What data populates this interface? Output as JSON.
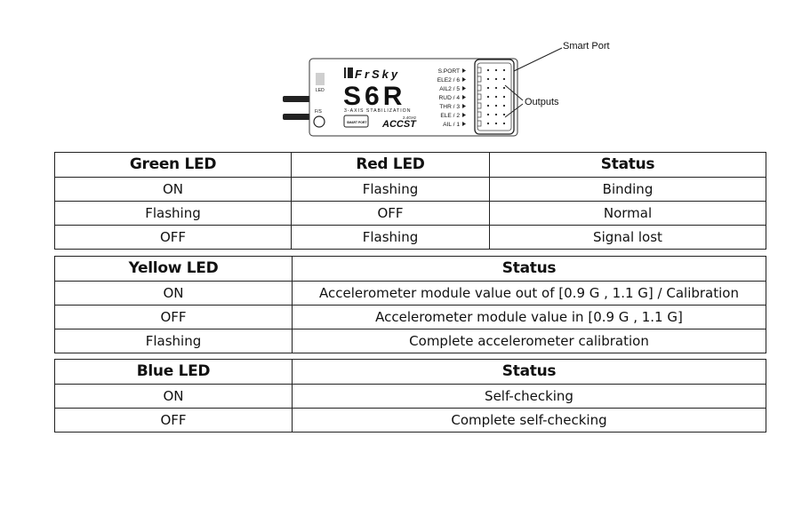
{
  "receiver": {
    "brand": "FrSky",
    "model": "S6R",
    "subtitle": "3-AXIS STABILIZATION",
    "protocol": "ACCST",
    "frequency": "2.4GHz",
    "smart_port_badge": "SMART PORT",
    "led_label": "LED",
    "fs_label": "F/S",
    "ports": [
      "S.PORT",
      "ELE2 / 6",
      "AIL2 / 5",
      "RUD / 4",
      "THR / 3",
      "ELE / 2",
      "AIL / 1"
    ],
    "callouts": {
      "smart_port": "Smart Port",
      "outputs": "Outputs"
    }
  },
  "tables": {
    "green_red": {
      "headers": [
        "Green LED",
        "Red LED",
        "Status"
      ],
      "rows": [
        [
          "ON",
          "Flashing",
          "Binding"
        ],
        [
          "Flashing",
          "OFF",
          "Normal"
        ],
        [
          "OFF",
          "Flashing",
          "Signal lost"
        ]
      ]
    },
    "yellow": {
      "headers": [
        "Yellow LED",
        "Status"
      ],
      "rows": [
        [
          "ON",
          "Accelerometer module value out of [0.9 G , 1.1 G] / Calibration"
        ],
        [
          "OFF",
          "Accelerometer module value in [0.9 G , 1.1 G]"
        ],
        [
          "Flashing",
          "Complete accelerometer calibration"
        ]
      ]
    },
    "blue": {
      "headers": [
        "Blue LED",
        "Status"
      ],
      "rows": [
        [
          "ON",
          "Self-checking"
        ],
        [
          "OFF",
          "Complete self-checking"
        ]
      ]
    }
  }
}
